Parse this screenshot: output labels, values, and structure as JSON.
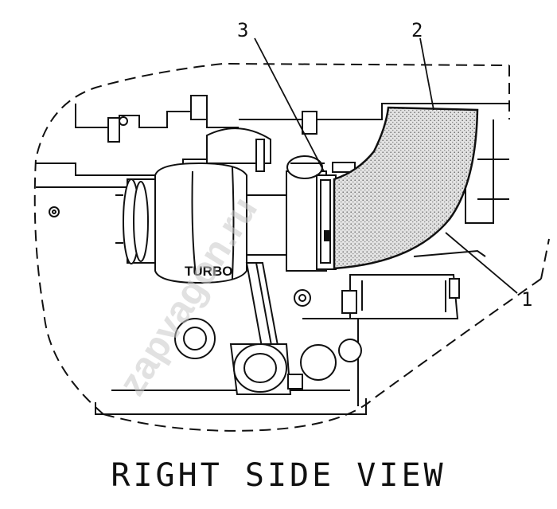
{
  "caption": "RIGHT SIDE VIEW",
  "callouts": {
    "c1": "1",
    "c2": "2",
    "c3": "3"
  },
  "component_label": "TURBO",
  "watermark": "zapvagon.ru",
  "colors": {
    "ink": "#111111",
    "paper": "#ffffff",
    "hose_fill": "#d4d4d4"
  }
}
